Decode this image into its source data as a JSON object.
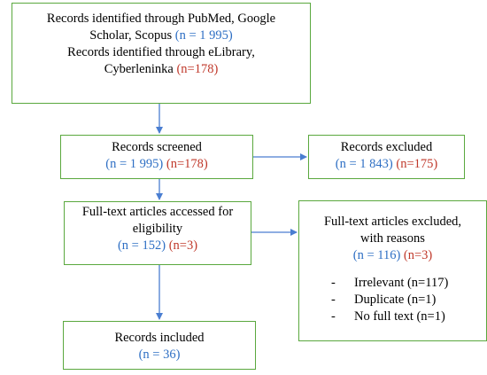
{
  "identification": {
    "line1": "Records identified through PubMed, Google",
    "line2": "Scholar, Scopus",
    "count1": "(n = 1 995)",
    "line3": "Records identified through eLibrary,",
    "line4": "Cyberleninka",
    "count2": "(n=178)"
  },
  "screened": {
    "title": "Records screened",
    "count_blue": "(n = 1 995)",
    "count_red": "(n=178)"
  },
  "excluded": {
    "title": "Records excluded",
    "count_blue": "(n = 1 843)",
    "count_red": "(n=175)"
  },
  "eligibility": {
    "line1": "Full-text articles accessed for",
    "line2": "eligibility",
    "count_blue": "(n = 152)",
    "count_red": "(n=3)"
  },
  "fulltext_excluded": {
    "line1": "Full-text articles excluded,",
    "line2": "with reasons",
    "count_blue": "(n = 116)",
    "count_red": "(n=3)",
    "reasons": [
      {
        "dash": "-",
        "text": "Irrelevant (n=117)"
      },
      {
        "dash": "-",
        "text": "Duplicate (n=1)"
      },
      {
        "dash": "-",
        "text": "No full text (n=1)"
      }
    ]
  },
  "included": {
    "title": "Records included",
    "count_blue": "(n = 36)"
  },
  "colors": {
    "box_border": "#5aa83e",
    "arrow": "#4a7ed1",
    "count_blue": "#2e6fc4",
    "count_red": "#c0392b"
  }
}
